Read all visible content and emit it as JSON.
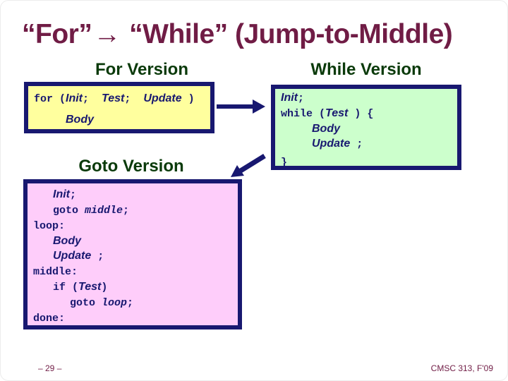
{
  "title": {
    "for_part": "“For”",
    "arrow": "→",
    "rest_part": " “While” (Jump-to-Middle)"
  },
  "headings": {
    "for_version": "For Version",
    "while_version": "While Version",
    "goto_version": "Goto Version"
  },
  "footer": {
    "page_number": "– 29 –",
    "course": "CMSC 313, F'09"
  },
  "colors": {
    "title_maroon": "#701C45",
    "heading_green": "#0A3A0A",
    "navy": "#181870",
    "for_box_bg": "#FFFF9E",
    "while_box_bg": "#CCFFCC",
    "goto_box_bg": "#FECDFA"
  },
  "code_boxes": {
    "for_version": {
      "lines": [
        {
          "indent": 0,
          "segments": [
            {
              "text": "for (",
              "style": "mono"
            },
            {
              "text": "Init",
              "style": "var"
            },
            {
              "text": ";  ",
              "style": "mono"
            },
            {
              "text": "Test",
              "style": "var"
            },
            {
              "text": ";  ",
              "style": "mono"
            },
            {
              "text": "Update",
              "style": "var"
            },
            {
              "text": " )",
              "style": "mono"
            }
          ]
        },
        {
          "indent": 1,
          "segments": [
            {
              "text": "Body",
              "style": "var"
            }
          ]
        }
      ]
    },
    "while_version": {
      "lines": [
        {
          "indent": 0,
          "segments": [
            {
              "text": "Init",
              "style": "var"
            },
            {
              "text": ";",
              "style": "mono"
            }
          ]
        },
        {
          "indent": 0,
          "segments": [
            {
              "text": "while (",
              "style": "mono"
            },
            {
              "text": "Test",
              "style": "var"
            },
            {
              "text": " ) {",
              "style": "mono"
            }
          ]
        },
        {
          "indent": 1,
          "segments": [
            {
              "text": "Body",
              "style": "var"
            }
          ]
        },
        {
          "indent": 1,
          "segments": [
            {
              "text": "Update",
              "style": "var"
            },
            {
              "text": " ;",
              "style": "mono"
            }
          ]
        },
        {
          "indent": 0,
          "segments": [
            {
              "text": "}",
              "style": "mono"
            }
          ]
        }
      ]
    },
    "goto_version": {
      "lines": [
        {
          "indent": 1,
          "segments": [
            {
              "text": "Init",
              "style": "var"
            },
            {
              "text": ";",
              "style": "mono"
            }
          ]
        },
        {
          "indent": 1,
          "segments": [
            {
              "text": "goto ",
              "style": "mono"
            },
            {
              "text": "middle",
              "style": "mvar"
            },
            {
              "text": ";",
              "style": "mono"
            }
          ]
        },
        {
          "indent": 0,
          "segments": [
            {
              "text": "loop:",
              "style": "mono"
            }
          ]
        },
        {
          "indent": 1,
          "segments": [
            {
              "text": "Body",
              "style": "var"
            }
          ]
        },
        {
          "indent": 1,
          "segments": [
            {
              "text": "Update",
              "style": "var"
            },
            {
              "text": " ;",
              "style": "mono"
            }
          ]
        },
        {
          "indent": 0,
          "segments": [
            {
              "text": "middle:",
              "style": "mono"
            }
          ]
        },
        {
          "indent": 1,
          "segments": [
            {
              "text": "if (",
              "style": "mono"
            },
            {
              "text": "Test",
              "style": "var"
            },
            {
              "text": ")",
              "style": "mono"
            }
          ]
        },
        {
          "indent": 2,
          "segments": [
            {
              "text": "goto ",
              "style": "mono"
            },
            {
              "text": "loop",
              "style": "mvar"
            },
            {
              "text": ";",
              "style": "mono"
            }
          ]
        },
        {
          "indent": 0,
          "segments": [
            {
              "text": "done:",
              "style": "mono"
            }
          ]
        }
      ]
    }
  }
}
